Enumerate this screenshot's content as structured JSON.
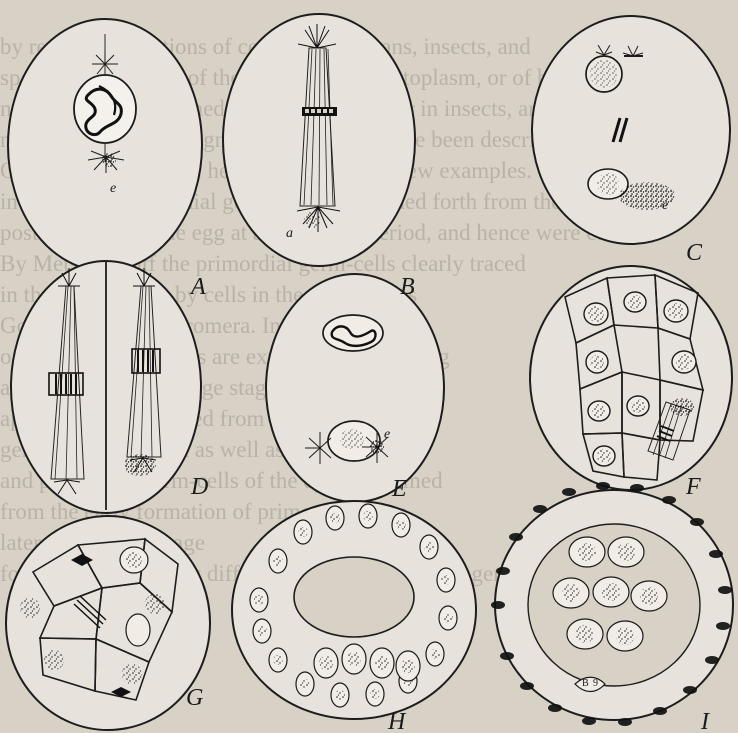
{
  "figure": {
    "labels": {
      "A": "A",
      "B": "B",
      "C": "C",
      "D": "D",
      "E": "E",
      "F": "F",
      "G": "G",
      "H": "H",
      "I": "I"
    },
    "annotations": {
      "a_e": "e",
      "b_a": "a",
      "c_e": "e",
      "e_e": "e",
      "i_b": "B",
      "i_9": "9"
    }
  },
  "background_text": {
    "line_1": "by recent observations of certain crustaceans, insects, and",
    "line_2": "special peculiarities of the nucleus of the cytoplasm, or of both,",
    "line_3": "not certainly determined, and they also occur in insects, annelids",
    "line_4": "nematodes and chaetognaths, where they have been described as",
    "line_5": "Of these cases we can here consider only a few examples. The first",
    "line_6": "in which the primordial germ-cells are budded forth from the",
    "line_7": "posterior pole of the egg at a very early period, and hence were called",
    "line_8": "By Metschnikoff the primordial germ-cells clearly traced",
    "line_9": "in the polar region by cells in the early stages",
    "line_10": "Gonophora and Micromera. In several",
    "line_11": "one or more pole-cells are extruded from the egg",
    "line_12": "are in the early cleavage stages",
    "line_13": "appear to be descended from a single pole cell",
    "line_14": "germ-cells of Musca as well as in the germ",
    "line_15": "and primordial germ-cells of the egg are formed",
    "line_16": "from the early formation of primordial germ",
    "line_17": "later stage of cleavage",
    "line_18": "formation of the early differentiation of primordial germ-cells"
  }
}
